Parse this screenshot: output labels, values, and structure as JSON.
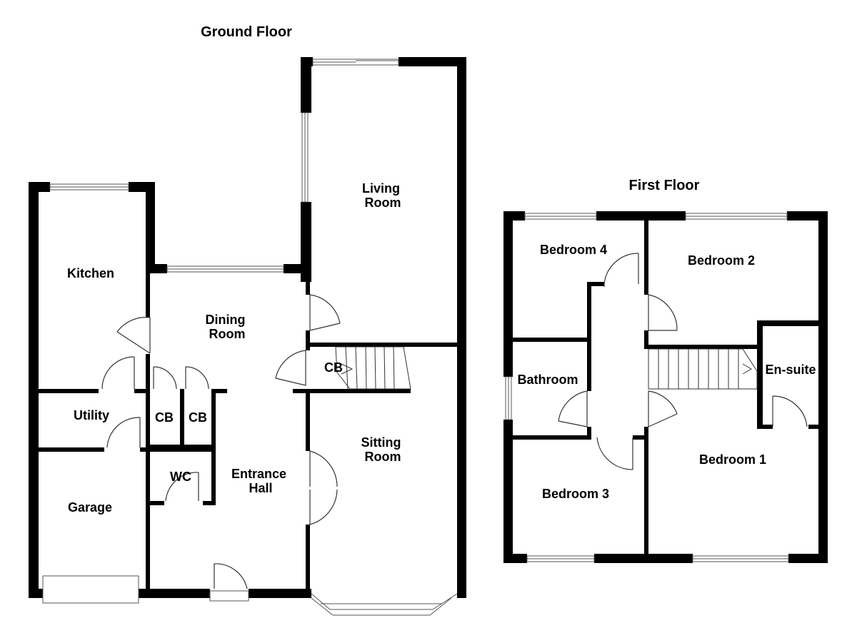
{
  "floors": {
    "ground": {
      "title": "Ground Floor",
      "rooms": {
        "kitchen": "Kitchen",
        "dining_room": [
          "Dining",
          "Room"
        ],
        "living_room": [
          "Living",
          "Room"
        ],
        "utility": "Utility",
        "cupboard_1": "CB",
        "cupboard_2": "CB",
        "cupboard_3": "CB",
        "wc": "WC",
        "garage": "Garage",
        "entrance_hall": [
          "Entrance",
          "Hall"
        ],
        "sitting_room": [
          "Sitting",
          "Room"
        ]
      }
    },
    "first": {
      "title": "First Floor",
      "rooms": {
        "bedroom_4": "Bedroom 4",
        "bedroom_2": "Bedroom 2",
        "bathroom": "Bathroom",
        "en_suite": "En-suite",
        "bedroom_1": "Bedroom 1",
        "bedroom_3": "Bedroom 3"
      }
    }
  },
  "colors": {
    "wall": "#000000",
    "background": "#ffffff",
    "fixture_line": "#333333"
  }
}
